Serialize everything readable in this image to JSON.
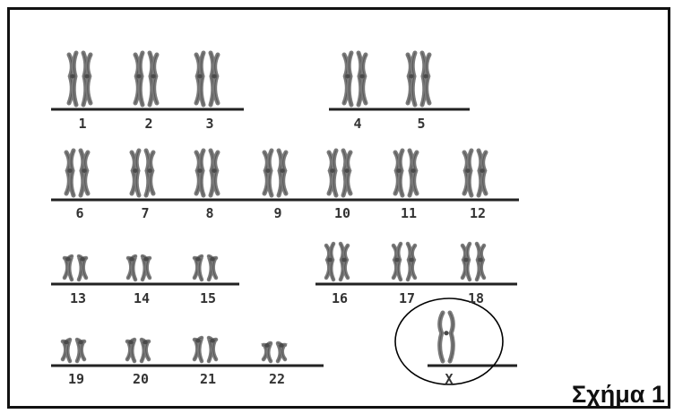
{
  "figure": {
    "caption": "Σχήμα 1",
    "circled_label": "X"
  },
  "colors": {
    "chromosome": "#7a7a7a",
    "chromosome_dark": "#4a4a4a",
    "line": "#222222",
    "frame": "#111111"
  },
  "rows": [
    {
      "groups": [
        {
          "labels": [
            "1",
            "2",
            "3"
          ]
        },
        {
          "labels": [
            "4",
            "5"
          ]
        }
      ]
    },
    {
      "groups": [
        {
          "labels": [
            "6",
            "7",
            "8",
            "9",
            "10",
            "11",
            "12"
          ]
        }
      ]
    },
    {
      "groups": [
        {
          "labels": [
            "13",
            "14",
            "15"
          ]
        },
        {
          "labels": [
            "16",
            "17",
            "18"
          ]
        }
      ]
    },
    {
      "groups": [
        {
          "labels": [
            "19",
            "20",
            "21",
            "22"
          ]
        },
        {
          "labels": [
            "X"
          ]
        }
      ]
    }
  ]
}
